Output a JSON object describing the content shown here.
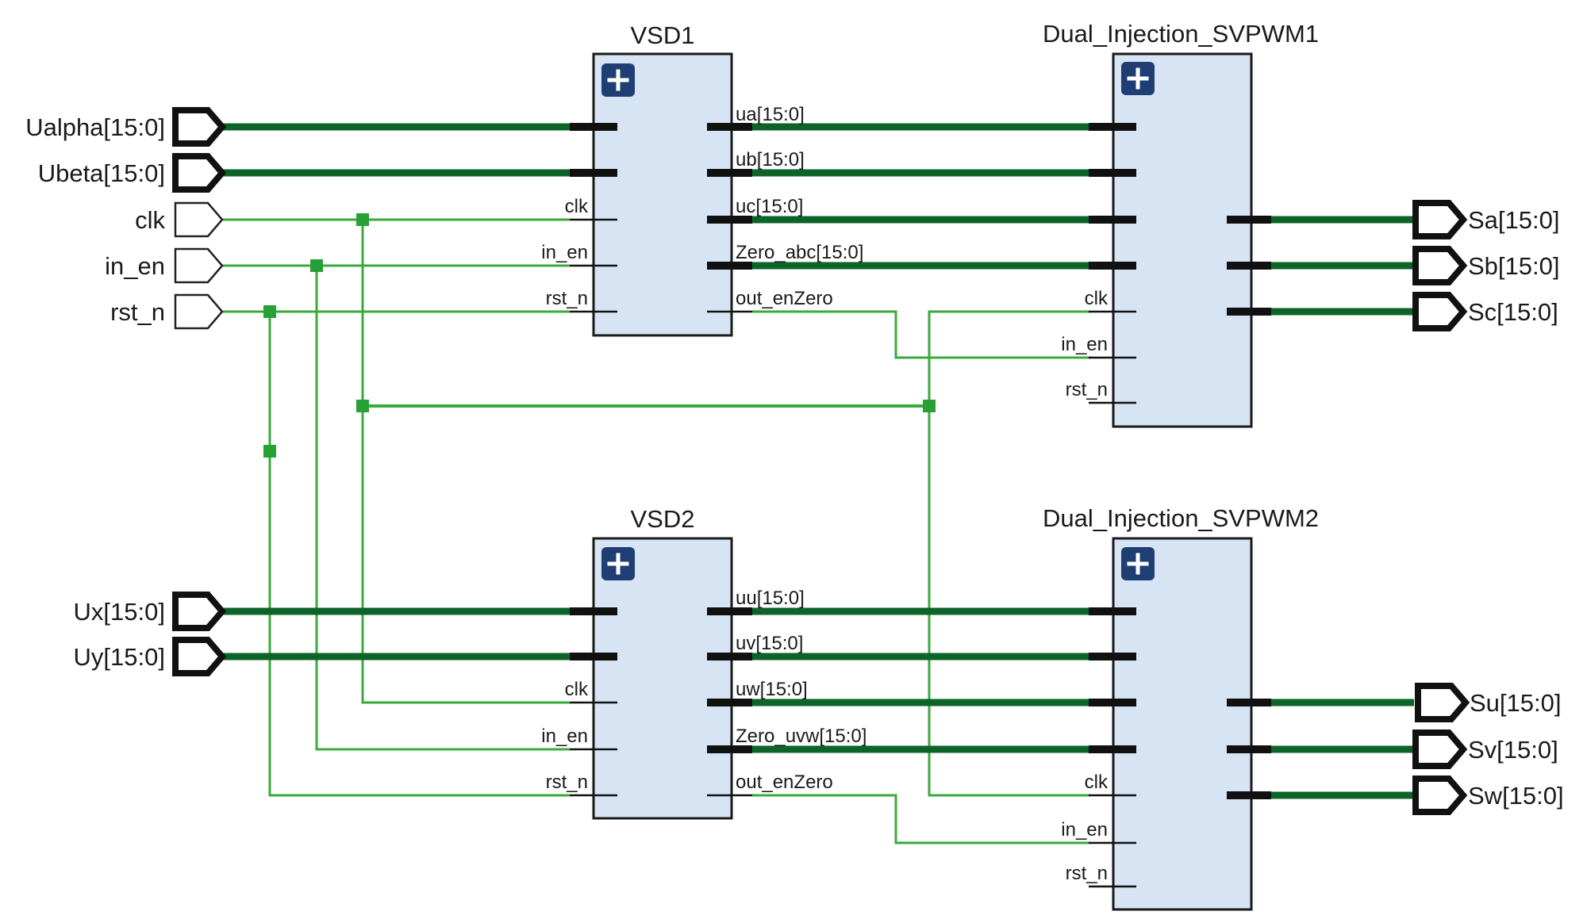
{
  "diagram": {
    "type": "rtl-block-schematic",
    "colors": {
      "bus_wire": "#0c6428",
      "signal_wire": "#3aaa3a",
      "junction": "#27a035",
      "block_fill": "#d6e4f4",
      "block_border": "#1a1a1a",
      "expand_button": "#1f3f74",
      "pin_stub": "#111111"
    },
    "top_ports": {
      "inputs": [
        {
          "id": "Ualpha",
          "label": "Ualpha[15:0]",
          "bus": true
        },
        {
          "id": "Ubeta",
          "label": "Ubeta[15:0]",
          "bus": true
        },
        {
          "id": "clk",
          "label": "clk",
          "bus": false
        },
        {
          "id": "in_en",
          "label": "in_en",
          "bus": false
        },
        {
          "id": "rst_n",
          "label": "rst_n",
          "bus": false
        },
        {
          "id": "Ux",
          "label": "Ux[15:0]",
          "bus": true
        },
        {
          "id": "Uy",
          "label": "Uy[15:0]",
          "bus": true
        }
      ],
      "outputs": [
        {
          "id": "Sa",
          "label": "Sa[15:0]",
          "bus": true
        },
        {
          "id": "Sb",
          "label": "Sb[15:0]",
          "bus": true
        },
        {
          "id": "Sc",
          "label": "Sc[15:0]",
          "bus": true
        },
        {
          "id": "Su",
          "label": "Su[15:0]",
          "bus": true
        },
        {
          "id": "Sv",
          "label": "Sv[15:0]",
          "bus": true
        },
        {
          "id": "Sw",
          "label": "Sw[15:0]",
          "bus": true
        }
      ]
    },
    "instances": [
      {
        "id": "VSD1",
        "title": "VSD1",
        "expand_icon": "plus-icon",
        "inputs": [
          {
            "label": "",
            "bus": true
          },
          {
            "label": "",
            "bus": true
          },
          {
            "label": "clk",
            "bus": false
          },
          {
            "label": "in_en",
            "bus": false
          },
          {
            "label": "rst_n",
            "bus": false
          }
        ],
        "outputs": [
          {
            "label": "ua[15:0]",
            "bus": true
          },
          {
            "label": "ub[15:0]",
            "bus": true
          },
          {
            "label": "uc[15:0]",
            "bus": true
          },
          {
            "label": "Zero_abc[15:0]",
            "bus": true
          },
          {
            "label": "out_enZero",
            "bus": false
          }
        ]
      },
      {
        "id": "Dual_Injection_SVPWM1",
        "title": "Dual_Injection_SVPWM1",
        "expand_icon": "plus-icon",
        "inputs": [
          {
            "label": "",
            "bus": true
          },
          {
            "label": "",
            "bus": true
          },
          {
            "label": "",
            "bus": true
          },
          {
            "label": "",
            "bus": true
          },
          {
            "label": "clk",
            "bus": false
          },
          {
            "label": "in_en",
            "bus": false
          },
          {
            "label": "rst_n",
            "bus": false
          }
        ],
        "outputs": [
          {
            "label": "",
            "bus": true
          },
          {
            "label": "",
            "bus": true
          },
          {
            "label": "",
            "bus": true
          }
        ]
      },
      {
        "id": "VSD2",
        "title": "VSD2",
        "expand_icon": "plus-icon",
        "inputs": [
          {
            "label": "",
            "bus": true
          },
          {
            "label": "",
            "bus": true
          },
          {
            "label": "clk",
            "bus": false
          },
          {
            "label": "in_en",
            "bus": false
          },
          {
            "label": "rst_n",
            "bus": false
          }
        ],
        "outputs": [
          {
            "label": "uu[15:0]",
            "bus": true
          },
          {
            "label": "uv[15:0]",
            "bus": true
          },
          {
            "label": "uw[15:0]",
            "bus": true
          },
          {
            "label": "Zero_uvw[15:0]",
            "bus": true
          },
          {
            "label": "out_enZero",
            "bus": false
          }
        ]
      },
      {
        "id": "Dual_Injection_SVPWM2",
        "title": "Dual_Injection_SVPWM2",
        "expand_icon": "plus-icon",
        "inputs": [
          {
            "label": "",
            "bus": true
          },
          {
            "label": "",
            "bus": true
          },
          {
            "label": "",
            "bus": true
          },
          {
            "label": "",
            "bus": true
          },
          {
            "label": "clk",
            "bus": false
          },
          {
            "label": "in_en",
            "bus": false
          },
          {
            "label": "rst_n",
            "bus": false
          }
        ],
        "outputs": [
          {
            "label": "",
            "bus": true
          },
          {
            "label": "",
            "bus": true
          },
          {
            "label": "",
            "bus": true
          }
        ]
      }
    ],
    "connections": [
      {
        "from": "Ualpha",
        "to": "VSD1.in0"
      },
      {
        "from": "Ubeta",
        "to": "VSD1.in1"
      },
      {
        "from": "clk",
        "to": [
          "VSD1.clk",
          "VSD2.clk",
          "Dual_Injection_SVPWM1.clk",
          "Dual_Injection_SVPWM2.clk"
        ]
      },
      {
        "from": "in_en",
        "to": [
          "VSD1.in_en",
          "VSD2.in_en"
        ]
      },
      {
        "from": "rst_n",
        "to": [
          "VSD1.rst_n",
          "VSD2.rst_n"
        ]
      },
      {
        "from": "VSD1.ua[15:0]",
        "to": "Dual_Injection_SVPWM1.in0"
      },
      {
        "from": "VSD1.ub[15:0]",
        "to": "Dual_Injection_SVPWM1.in1"
      },
      {
        "from": "VSD1.uc[15:0]",
        "to": "Dual_Injection_SVPWM1.in2"
      },
      {
        "from": "VSD1.Zero_abc[15:0]",
        "to": "Dual_Injection_SVPWM1.in3"
      },
      {
        "from": "VSD1.out_enZero",
        "to": "Dual_Injection_SVPWM1.in_en"
      },
      {
        "from": "Dual_Injection_SVPWM1.out0",
        "to": "Sa"
      },
      {
        "from": "Dual_Injection_SVPWM1.out1",
        "to": "Sb"
      },
      {
        "from": "Dual_Injection_SVPWM1.out2",
        "to": "Sc"
      },
      {
        "from": "Ux",
        "to": "VSD2.in0"
      },
      {
        "from": "Uy",
        "to": "VSD2.in1"
      },
      {
        "from": "VSD2.uu[15:0]",
        "to": "Dual_Injection_SVPWM2.in0"
      },
      {
        "from": "VSD2.uv[15:0]",
        "to": "Dual_Injection_SVPWM2.in1"
      },
      {
        "from": "VSD2.uw[15:0]",
        "to": "Dual_Injection_SVPWM2.in2"
      },
      {
        "from": "VSD2.Zero_uvw[15:0]",
        "to": "Dual_Injection_SVPWM2.in3"
      },
      {
        "from": "VSD2.out_enZero",
        "to": "Dual_Injection_SVPWM2.in_en"
      },
      {
        "from": "Dual_Injection_SVPWM2.out0",
        "to": "Su"
      },
      {
        "from": "Dual_Injection_SVPWM2.out1",
        "to": "Sv"
      },
      {
        "from": "Dual_Injection_SVPWM2.out2",
        "to": "Sw"
      }
    ]
  }
}
